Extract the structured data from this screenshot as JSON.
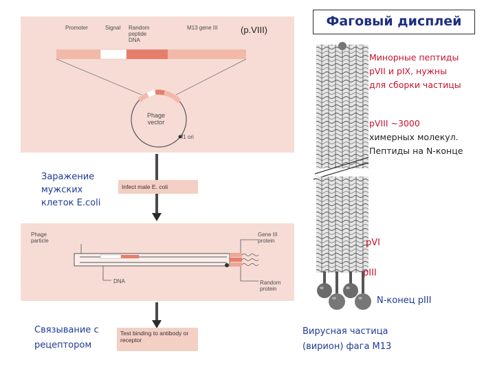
{
  "title": "Фаговый дисплей",
  "top_panel": {
    "labels": {
      "promoter": "Promoter",
      "signal": "Signal",
      "random_peptide_dna": "Random peptide DNA",
      "m13_gene3": "M13 gene III",
      "pviii": "(p.VIII)"
    },
    "vector_label": "Phage vector",
    "ori_label": "f1 ori"
  },
  "steps": {
    "infect_box": "Infect male E. coli",
    "infect_caption": [
      "Заражение",
      "мужских",
      "клеток E.coli"
    ],
    "bind_box": "Test binding to antibody or receptor",
    "bind_caption": [
      "Связывание с",
      "рецептором"
    ]
  },
  "middle_panel": {
    "phage_particle": "Phage particle",
    "gene3_protein": "Gene III protein",
    "dna": "DNA",
    "random_protein": "Random protein"
  },
  "annotations": {
    "minor": [
      "Минорные пептиды",
      "pVII  и pIX, нужны",
      "для сборки частицы"
    ],
    "pviii_note": [
      "pVIII ~3000",
      "химерных молекул.",
      "Пептиды на N-конце"
    ],
    "pvi": "pVI",
    "piii": "pIII",
    "nterm": "N-конец pIII",
    "virion": [
      "Вирусная частица",
      "(вирион) фага М13"
    ]
  },
  "colors": {
    "panel_bg": "#f6dcd5",
    "step_box": "#f4cfc4",
    "salmon_light": "#f2b9a9",
    "salmon_dark": "#e57f6c",
    "accent_red": "#c8102e",
    "accent_blue": "#1f3a93"
  }
}
